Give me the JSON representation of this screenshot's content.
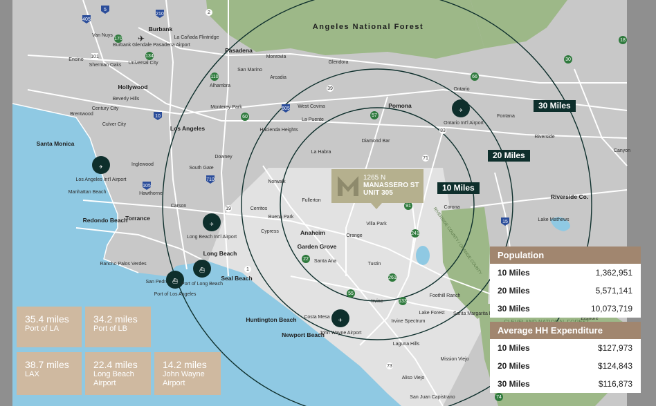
{
  "map": {
    "forest_label": "Angeles National Forest",
    "forest_label_se": "CLEVELAND NATIONAL FOREST",
    "county_line_label": "RIVERSIDE COUNTY / ORANGE COUNTY",
    "rings": [
      {
        "label": "10 Miles"
      },
      {
        "label": "20 Miles"
      },
      {
        "label": "30 Miles"
      }
    ],
    "property": {
      "line1": "1265 N",
      "line2": "MANASSERO ST",
      "line3": "UNIT 305"
    },
    "cities_major": [
      "Burbank",
      "Pasadena",
      "Hollywood",
      "Los Angeles",
      "Santa Monica",
      "Redondo Beach",
      "Torrance",
      "Long Beach",
      "Seal Beach",
      "Huntington Beach",
      "Newport Beach",
      "Anaheim",
      "Garden Grove",
      "Pomona",
      "Riverside Co."
    ],
    "cities_minor": [
      "Van Nuys",
      "Encino",
      "Sherman Oaks",
      "Universal City",
      "La Cañada Flintridge",
      "Monrovia",
      "Glendora",
      "San Marino",
      "Arcadia",
      "La Puente",
      "Alhambra",
      "Monterey Park",
      "West Covina",
      "Hacienda Heights",
      "La Habra",
      "Diamond Bar",
      "Downey",
      "Norwalk",
      "South Gate",
      "Inglewood",
      "Culver City",
      "Century City",
      "Beverly Hills",
      "Brentwood",
      "Hawthorne",
      "Carson",
      "Manhattan Beach",
      "Cerritos",
      "Buena Park",
      "Cypress",
      "Fullerton",
      "Orange",
      "Villa Park",
      "Santa Ana",
      "Tustin",
      "Irvine",
      "Costa Mesa",
      "Laguna Hills",
      "Lake Forest",
      "Foothill Ranch",
      "Mission Viejo",
      "Aliso Viejo",
      "San Juan Capistrano",
      "Corona",
      "Lake Mathews",
      "Fontana",
      "Riverside",
      "Ontario",
      "Rancho Palos Verdes",
      "San Pedro",
      "Irvine Spectrum",
      "Santa Margarita Rancho",
      "Elsinore",
      "Canyon"
    ],
    "airports": [
      {
        "name": "Burbank Glendale Pasadena Airport"
      },
      {
        "name": "Los Angeles Int'l Airport"
      },
      {
        "name": "Long Beach Int'l Airport"
      },
      {
        "name": "John Wayne Airport"
      },
      {
        "name": "Ontario Int'l Airport"
      },
      {
        "name": "Port of Los Angeles"
      },
      {
        "name": "Port of Long Beach"
      }
    ],
    "highways": [
      "405",
      "5",
      "210",
      "2",
      "170",
      "134",
      "101",
      "110",
      "10",
      "710",
      "605",
      "60",
      "57",
      "39",
      "91",
      "105",
      "19",
      "1",
      "22",
      "55",
      "261",
      "241",
      "133",
      "73",
      "71",
      "83",
      "15",
      "66",
      "30",
      "18",
      "74"
    ]
  },
  "distances": [
    {
      "miles": "35.4 miles",
      "place": "Port of LA"
    },
    {
      "miles": "34.2 miles",
      "place": "Port of LB"
    },
    {
      "miles": "38.7 miles",
      "place": "LAX"
    },
    {
      "miles": "22.4 miles",
      "place": "Long Beach Airport"
    },
    {
      "miles": "14.2 miles",
      "place": "John Wayne Airport"
    }
  ],
  "population": {
    "title": "Population",
    "rows": [
      {
        "label": "10 Miles",
        "value": "1,362,951"
      },
      {
        "label": "20 Miles",
        "value": "5,571,141"
      },
      {
        "label": "30 Miles",
        "value": "10,073,719"
      }
    ]
  },
  "hh_expenditure": {
    "title": "Average HH Expenditure",
    "rows": [
      {
        "label": "10 Miles",
        "value": "$127,973"
      },
      {
        "label": "20 Miles",
        "value": "$124,843"
      },
      {
        "label": "30 Miles",
        "value": "$116,873"
      }
    ]
  },
  "colors": {
    "forest": "#9db888",
    "urban": "#cfcfcf",
    "ocean": "#8fc9e3",
    "ring": "#0e2f2c",
    "badge": "#b5b08e",
    "stat_box": "#cfb9a0",
    "panel_header": "#a1866f"
  }
}
